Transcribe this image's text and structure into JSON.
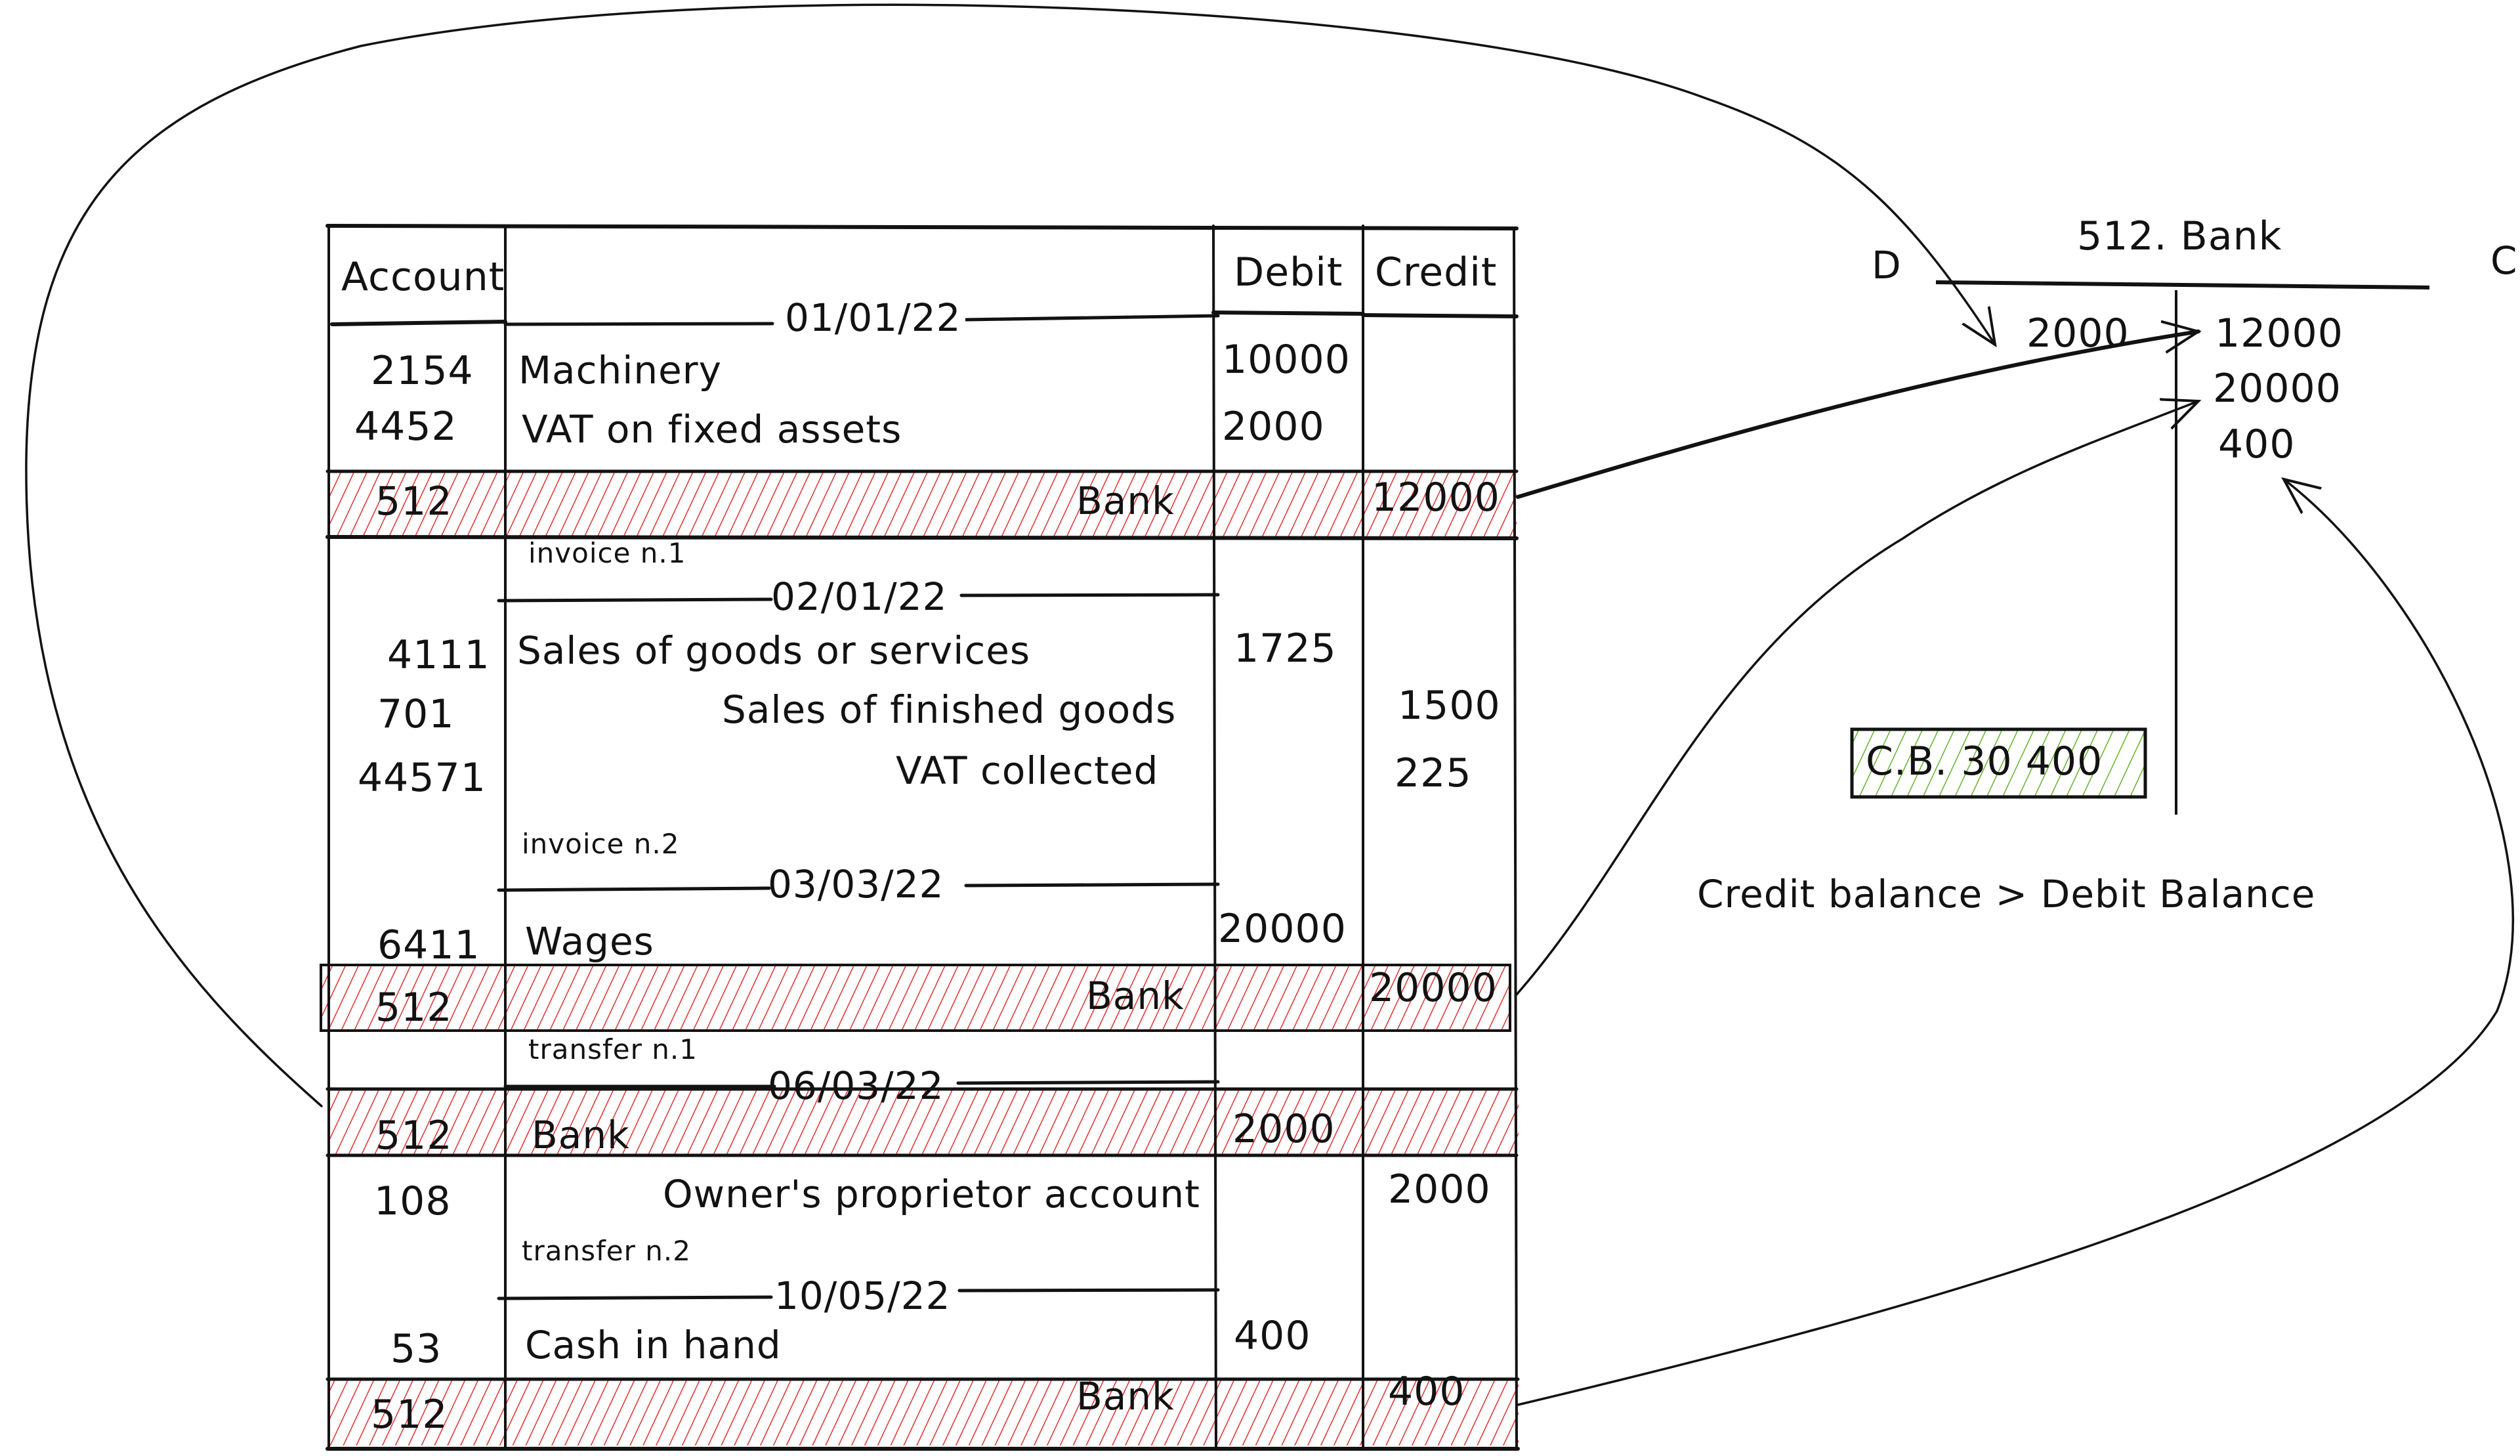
{
  "journal": {
    "headers": {
      "account": "Account",
      "description": "",
      "debit": "Debit",
      "credit": "Credit"
    },
    "entries": [
      {
        "date": "01/01/22",
        "note": "invoice n.1",
        "lines": [
          {
            "account": "2154",
            "label": "Machinery",
            "debit": "10000",
            "credit": ""
          },
          {
            "account": "4452",
            "label": "VAT on fixed assets",
            "debit": "2000",
            "credit": ""
          },
          {
            "account": "512",
            "label": "Bank",
            "debit": "",
            "credit": "12000",
            "highlight": true
          }
        ]
      },
      {
        "date": "02/01/22",
        "note": "invoice n.2",
        "lines": [
          {
            "account": "4111",
            "label": "Sales of goods or services",
            "debit": "1725",
            "credit": ""
          },
          {
            "account": "701",
            "label": "Sales of finished goods",
            "debit": "",
            "credit": "1500"
          },
          {
            "account": "44571",
            "label": "VAT collected",
            "debit": "",
            "credit": "225"
          }
        ]
      },
      {
        "date": "03/03/22",
        "note": "transfer n.1",
        "lines": [
          {
            "account": "6411",
            "label": "Wages",
            "debit": "20000",
            "credit": ""
          },
          {
            "account": "512",
            "label": "Bank",
            "debit": "",
            "credit": "20000",
            "highlight": true
          }
        ]
      },
      {
        "date": "06/03/22",
        "note": "transfer n.2",
        "lines": [
          {
            "account": "512",
            "label": "Bank",
            "debit": "2000",
            "credit": "",
            "highlight": true
          },
          {
            "account": "108",
            "label": "Owner's proprietor account",
            "debit": "",
            "credit": "2000"
          }
        ]
      },
      {
        "date": "10/05/22",
        "note": "",
        "lines": [
          {
            "account": "53",
            "label": "Cash in hand",
            "debit": "400",
            "credit": ""
          },
          {
            "account": "512",
            "label": "Bank",
            "debit": "",
            "credit": "400",
            "highlight": true
          }
        ]
      }
    ]
  },
  "t_account": {
    "title": "512. Bank",
    "debit_side_label": "D",
    "credit_side_label": "C",
    "debit_values": [
      "2000"
    ],
    "credit_values": [
      "12000",
      "20000",
      "400"
    ],
    "closing_balance": "C.B. 30 400",
    "caption": "Credit balance > Debit Balance"
  },
  "colors": {
    "ink": "#121212",
    "highlight_hatch": "#e03131",
    "balance_hatch": "#66b22a",
    "background": "#ffffff"
  }
}
